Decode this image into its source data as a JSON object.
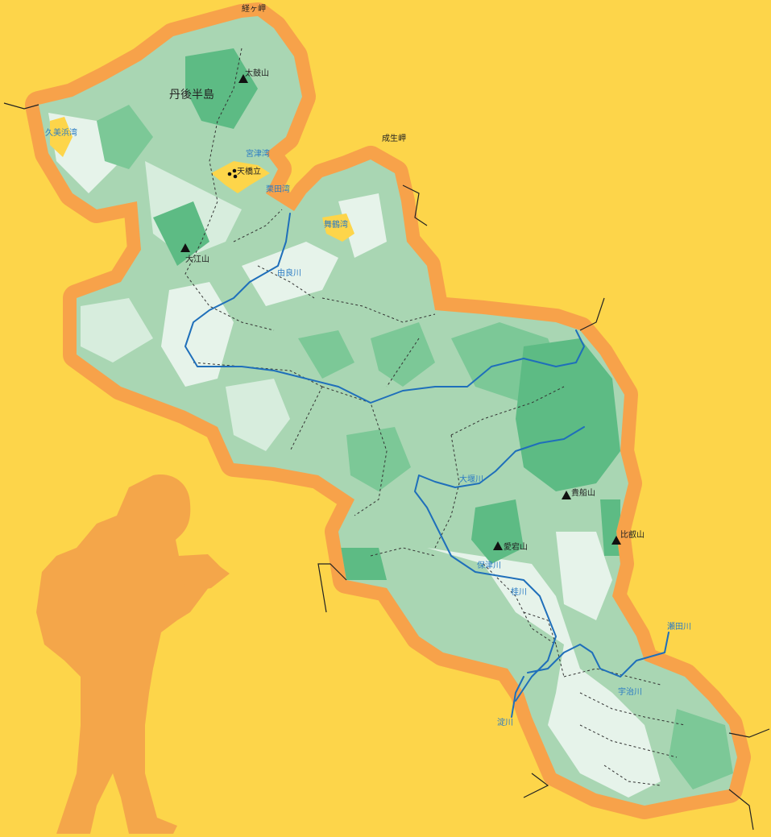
{
  "map": {
    "region": {
      "peninsula": "丹後半島"
    },
    "capes": [
      {
        "id": "kyogamisaki",
        "name": "経ヶ岬"
      },
      {
        "id": "naryumisaki",
        "name": "成生岬"
      }
    ],
    "mountains": [
      {
        "id": "taiko",
        "name": "太鼓山"
      },
      {
        "id": "oe",
        "name": "大江山"
      },
      {
        "id": "kibune",
        "name": "貴船山"
      },
      {
        "id": "atago",
        "name": "愛宕山"
      },
      {
        "id": "hiei",
        "name": "比叡山"
      }
    ],
    "landmarks": [
      {
        "id": "amanohashidate",
        "name": "天橋立"
      }
    ],
    "bays": [
      {
        "id": "kumihama",
        "name": "久美浜湾"
      },
      {
        "id": "miyazu",
        "name": "宮津湾"
      },
      {
        "id": "kurita",
        "name": "栗田湾"
      },
      {
        "id": "maizuru",
        "name": "舞鶴湾"
      }
    ],
    "rivers": [
      {
        "id": "yura",
        "name": "由良川"
      },
      {
        "id": "oi",
        "name": "大堰川"
      },
      {
        "id": "hozu",
        "name": "保津川"
      },
      {
        "id": "katsura",
        "name": "桂川"
      },
      {
        "id": "seta",
        "name": "瀬田川"
      },
      {
        "id": "uji",
        "name": "宇治川"
      },
      {
        "id": "yodo",
        "name": "淀川"
      }
    ],
    "colors": {
      "sea": "#fdd54a",
      "coast_band": "#f7a24a",
      "land_light": "#e6f3ea",
      "land_mid": "#a9d6b3",
      "land_dark": "#5dbb84",
      "river": "#1f6fba",
      "river_label": "#2a7bc4",
      "silhouette": "#f4a64a"
    }
  }
}
